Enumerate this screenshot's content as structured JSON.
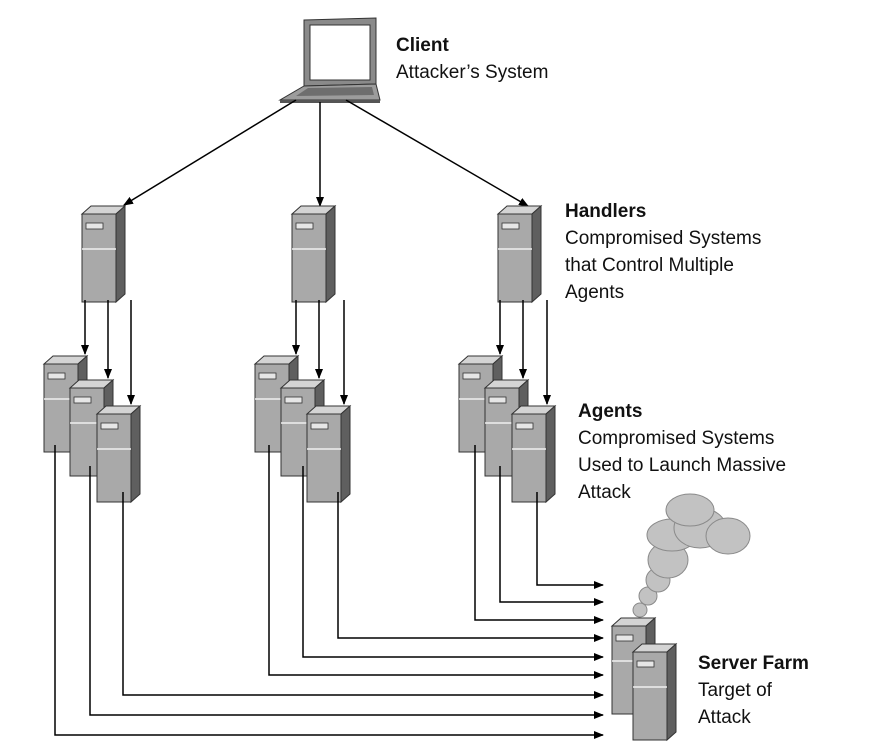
{
  "client": {
    "title": "Client",
    "lines": [
      "Attacker’s System"
    ]
  },
  "handlers": {
    "title": "Handlers",
    "lines": [
      "Compromised Systems",
      "that Control Multiple",
      "Agents"
    ]
  },
  "agents": {
    "title": "Agents",
    "lines": [
      "Compromised Systems",
      "Used to Launch Massive",
      "Attack"
    ]
  },
  "target": {
    "title": "Server Farm",
    "lines": [
      "Target of",
      "Attack"
    ]
  },
  "colors": {
    "line": "#000000",
    "server_front": "#a9a9a9",
    "server_side": "#5f5f5f",
    "server_top": "#d4d4d4",
    "smoke": "#c2c2c2"
  }
}
